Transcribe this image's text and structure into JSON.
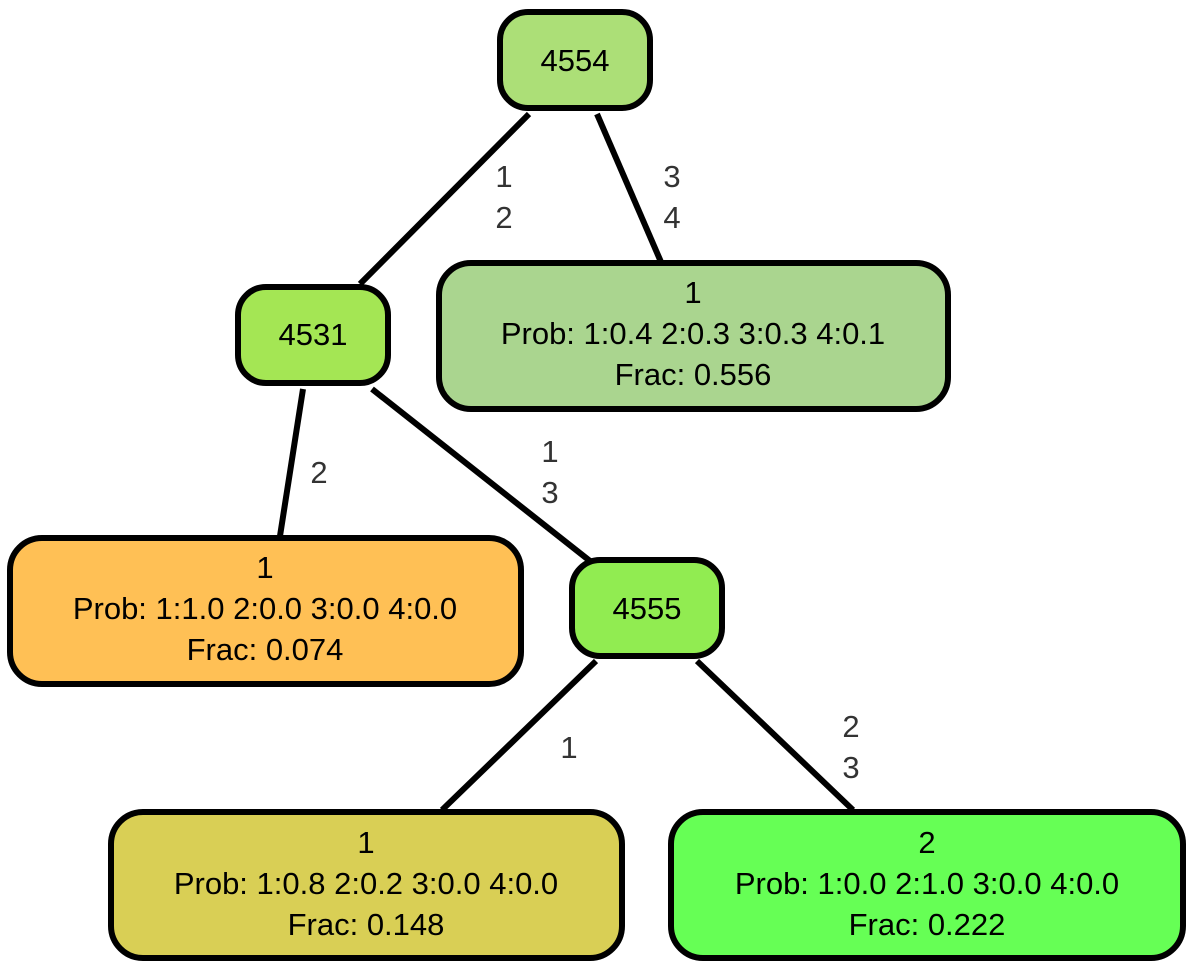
{
  "nodes": {
    "n4554": {
      "label": "4554",
      "color": "#acdf77"
    },
    "n4531": {
      "label": "4531",
      "color": "#a4e654"
    },
    "n4555": {
      "label": "4555",
      "color": "#91ec51"
    },
    "leaf_a": {
      "line1": "1",
      "line2": "Prob: 1:0.4 2:0.3 3:0.3 4:0.1",
      "line3": "Frac: 0.556",
      "color": "#aad58f"
    },
    "leaf_b": {
      "line1": "1",
      "line2": "Prob: 1:1.0 2:0.0 3:0.0 4:0.0",
      "line3": "Frac: 0.074",
      "color": "#ffc055"
    },
    "leaf_c": {
      "line1": "1",
      "line2": "Prob: 1:0.8 2:0.2 3:0.0 4:0.0",
      "line3": "Frac: 0.148",
      "color": "#d9cf55"
    },
    "leaf_d": {
      "line1": "2",
      "line2": "Prob: 1:0.0 2:1.0 3:0.0 4:0.0",
      "line3": "Frac: 0.222",
      "color": "#66ff55"
    }
  },
  "edges": {
    "e_4554_4531": {
      "line1": "1",
      "line2": "2"
    },
    "e_4554_leafa": {
      "line1": "3",
      "line2": "4"
    },
    "e_4531_leafb": {
      "line1": "2"
    },
    "e_4531_4555": {
      "line1": "1",
      "line2": "3"
    },
    "e_4555_leafc": {
      "line1": "1"
    },
    "e_4555_leafd": {
      "line1": "2",
      "line2": "3"
    }
  }
}
